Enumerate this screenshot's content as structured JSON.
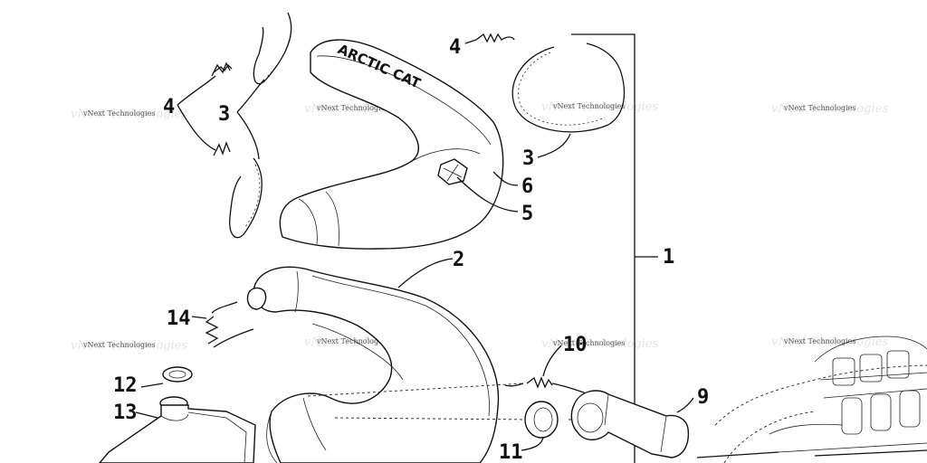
{
  "callouts": {
    "c1": "1",
    "c2": "2",
    "c3a": "3",
    "c3b": "3",
    "c4a": "4",
    "c4b": "4",
    "c5": "5",
    "c6": "6",
    "c9": "9",
    "c10": "10",
    "c11": "11",
    "c12": "12",
    "c13": "13",
    "c14": "14"
  },
  "watermark": "vNext Technologies",
  "brand_stamp": "ARCTIC CAT"
}
